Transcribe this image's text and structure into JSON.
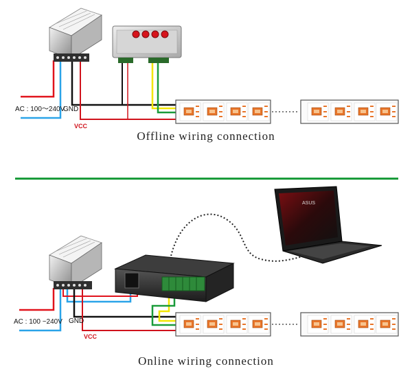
{
  "offline": {
    "caption": "Offline wiring connection",
    "ac_label": "AC : 100～240V",
    "gnd_label": "GND",
    "vcc_label": "VCC"
  },
  "online": {
    "caption": "Online wiring connection",
    "ac_label": "AC : 100 ~240V",
    "gnd_label": "GND",
    "vcc_label": "VCC",
    "laptop_brand": "ASUS"
  },
  "colors": {
    "divider": "#1a9b3a",
    "ac_red": "#e1121b",
    "ac_blue": "#2aa3e8",
    "gnd": "#111111",
    "vcc": "#d0121b",
    "data_yellow": "#f2e600",
    "data_green": "#1a9b3a",
    "strip_led": "#e8752a"
  },
  "icons": [
    "power-supply",
    "sd-controller",
    "pc-controller",
    "led-strip",
    "laptop",
    "network-cable"
  ]
}
